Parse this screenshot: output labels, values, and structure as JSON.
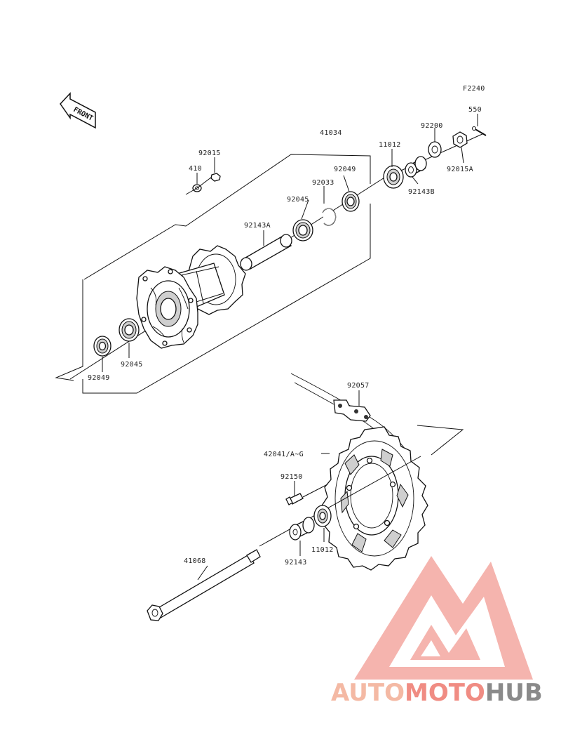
{
  "figure_code": "F2240",
  "front_label": "FRONT",
  "parts": {
    "p550": "550",
    "p92200": "92200",
    "p41034": "41034",
    "p11012_top": "11012",
    "p92015": "92015",
    "p92049_top": "92049",
    "p410": "410",
    "p92033": "92033",
    "p92143B": "92143B",
    "p92015A": "92015A",
    "p92045_top": "92045",
    "p92143A": "92143A",
    "p92045_bot": "92045",
    "p92049_bot": "92049",
    "p92057": "92057",
    "p42041": "42041/A~G",
    "p92150": "92150",
    "p11012_bot": "11012",
    "p92143": "92143",
    "p41068": "41068"
  },
  "watermark": {
    "part1": "AUTO",
    "part2": "MOTO",
    "part3": "HUB",
    "colors": {
      "auto": "#f4b9a4",
      "moto": "#f08c83",
      "hub": "#8a8a8a",
      "logo": "#f4a7a0"
    }
  }
}
